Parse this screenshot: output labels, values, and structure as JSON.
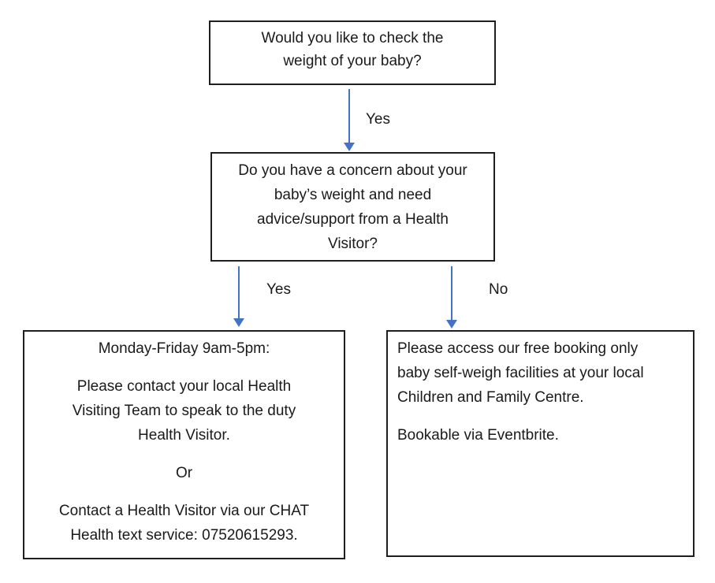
{
  "colors": {
    "background": "#ffffff",
    "box_border": "#1f1f1f",
    "arrow": "#4472c4",
    "text": "#1a1a1a"
  },
  "nodes": {
    "q1": {
      "lines": [
        "Would you like to check the",
        "weight of your baby?"
      ]
    },
    "q2": {
      "lines": [
        "Do you have a concern about your",
        "baby’s weight and need",
        "advice/support from a Health",
        "Visitor?"
      ]
    },
    "left": {
      "paragraphs": {
        "p1": {
          "lines": [
            "Monday-Friday 9am-5pm:"
          ]
        },
        "p2": {
          "lines": [
            "Please contact your local Health",
            "Visiting Team to speak to the duty",
            "Health Visitor."
          ]
        },
        "p3": {
          "lines": [
            "Or"
          ]
        },
        "p4": {
          "lines": [
            "Contact a Health Visitor via our CHAT",
            "Health text service: 07520615293."
          ]
        }
      }
    },
    "right": {
      "paragraphs": {
        "p1": {
          "lines": [
            "Please access our free booking only",
            "baby self-weigh facilities at your local",
            "Children and Family Centre."
          ]
        },
        "p2": {
          "lines": [
            "Bookable via Eventbrite."
          ]
        }
      }
    }
  },
  "labels": {
    "yes1": "Yes",
    "yes2": "Yes",
    "no": "No"
  }
}
